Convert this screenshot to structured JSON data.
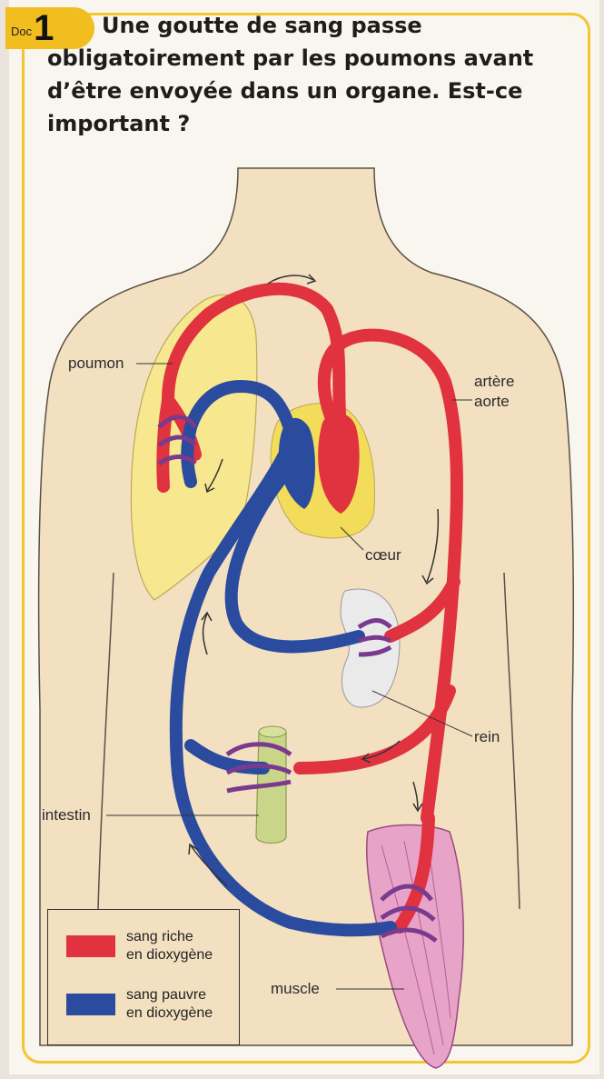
{
  "badge": {
    "label": "Doc",
    "number": "1"
  },
  "question": "Une goutte de sang passe obligatoirement par les poumons avant d’être envoyée dans un organe. Est-ce important ?",
  "labels": {
    "poumon": "poumon",
    "artere": "artère",
    "aorte": "aorte",
    "coeur": "cœur",
    "rein": "rein",
    "intestin": "intestin",
    "muscle": "muscle"
  },
  "legend": {
    "rich_line1": "sang riche",
    "rich_line2": "en dioxygène",
    "poor_line1": "sang pauvre",
    "poor_line2": "en dioxygène"
  },
  "colors": {
    "oxygen_rich": "#e0323f",
    "oxygen_poor": "#2a4b9e",
    "body": "#f6e6c9",
    "lung": "#f6e48a",
    "intestine": "#c9d68a",
    "muscle": "#e7a3c8"
  }
}
